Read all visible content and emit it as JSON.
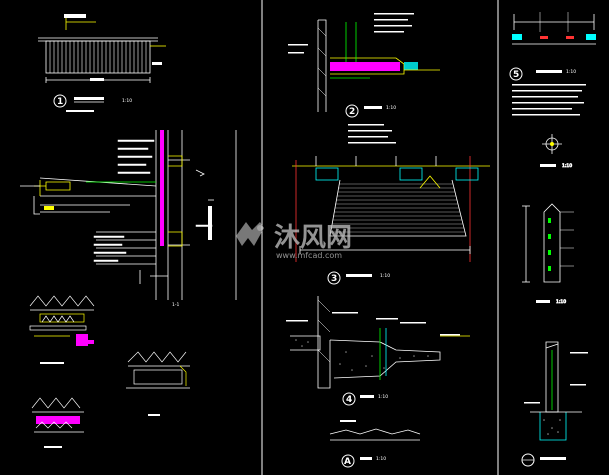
{
  "scales": {
    "detail_1": "1:10",
    "detail_2": "1:10",
    "detail_3": "1:10",
    "detail_4": "1:10",
    "detail_5": "1:10",
    "detail_A": "1:10",
    "right_mid": "1:10",
    "right_lower": "1:10"
  },
  "detail_numbers": {
    "d1": "1",
    "d2": "2",
    "d3": "3",
    "d4": "4",
    "d5": "5",
    "dA": "A"
  },
  "section_labels": {
    "main_section": "1-1"
  },
  "watermark": {
    "brand": "沐风网",
    "url": "www.mfcad.com"
  },
  "colors": {
    "background": "#000000",
    "line": "#ffffff",
    "accent_yellow": "#ffff00",
    "accent_green": "#00ff00",
    "accent_magenta": "#ff00ff",
    "accent_cyan": "#00ffff",
    "accent_red": "#ff3030"
  }
}
